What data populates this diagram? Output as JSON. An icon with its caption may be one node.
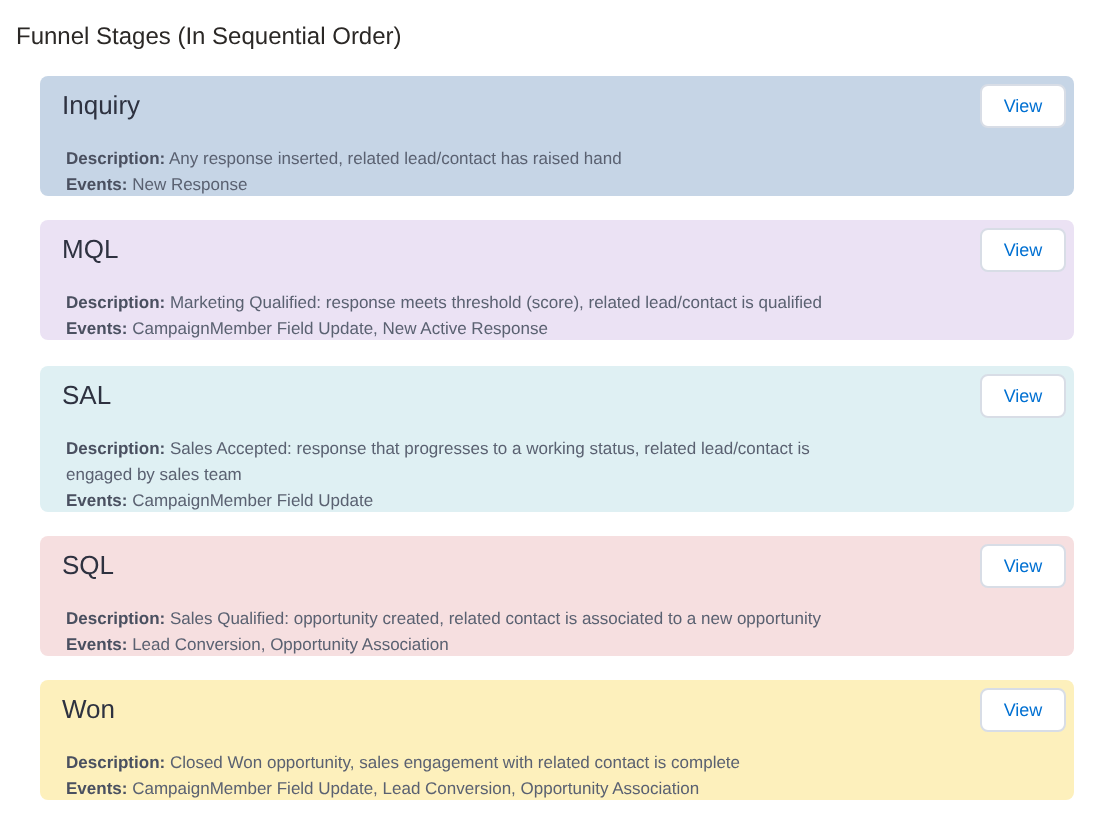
{
  "diagram": {
    "title": "Funnel Stages (In Sequential Order)",
    "nodes": [
      {
        "text": [
          "Inquiry",
          "View",
          "**Description:** Any response inserted, related lead/contact has raised hand",
          "**Events:** New Response"
        ]
      },
      {
        "text": [
          "MQL",
          "View",
          "**Description:** Marketing Qualified: response meets threshold (score), related lead/contact is qualified",
          "**Events:** CampaignMember Field Update, New Active Response"
        ]
      },
      {
        "text": [
          "SAL",
          "View",
          "**Description:** Sales Accepted: response that progresses to a working status, related lead/contact is engaged by sales team",
          "**Events:** CampaignMember Field Update"
        ]
      },
      {
        "text": [
          "SQL",
          "View",
          "**Description:** Sales Qualified: opportunity created, related contact is associated to a new opportunity",
          "**Events:** Lead Conversion, Opportunity Association"
        ]
      },
      {
        "text": [
          "Won",
          "View",
          "**Description:** Closed Won opportunity, sales engagement with related contact is complete",
          "**Events:** CampaignMember Field Update, Lead Conversion, Opportunity Association"
        ]
      }
    ]
  }
}
